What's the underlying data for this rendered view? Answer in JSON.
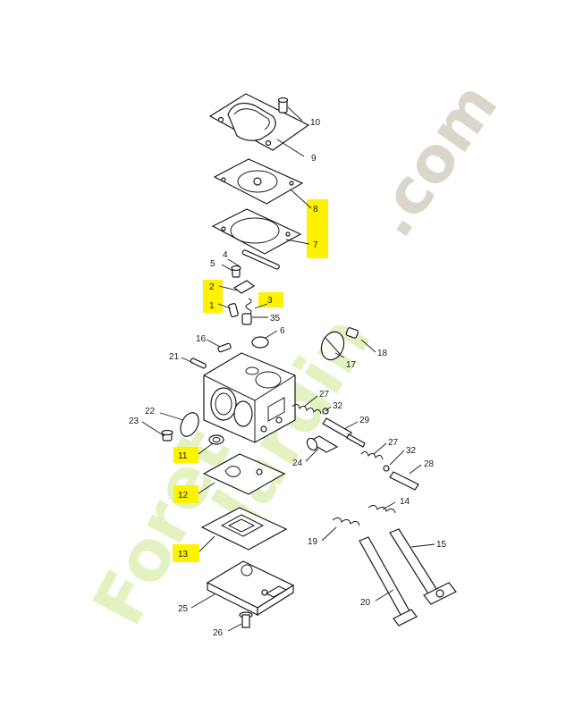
{
  "watermark": {
    "brand_left": "Foret",
    "brand_mid": "Jardin",
    "brand_right": ".com"
  },
  "callouts": {
    "c1": "1",
    "c2": "2",
    "c3": "3",
    "c4": "4",
    "c5": "5",
    "c6": "6",
    "c7": "7",
    "c8": "8",
    "c9": "9",
    "c10": "10",
    "c11": "11",
    "c12": "12",
    "c13": "13",
    "c14": "14",
    "c15": "15",
    "c16": "16",
    "c17": "17",
    "c18": "18",
    "c19": "19",
    "c20": "20",
    "c21": "21",
    "c22": "22",
    "c23": "23",
    "c24": "24",
    "c25": "25",
    "c26": "26",
    "c27a": "27",
    "c27b": "27",
    "c28": "28",
    "c29": "29",
    "c32a": "32",
    "c32b": "32",
    "c35": "35"
  },
  "highlighted_parts": [
    "1",
    "2",
    "3",
    "7",
    "8",
    "11",
    "12",
    "13"
  ],
  "colors": {
    "highlight": "#fff200",
    "line": "#1a1a1a",
    "watermark_green": "#e0f0b8",
    "watermark_grey": "#d8d2c6"
  }
}
